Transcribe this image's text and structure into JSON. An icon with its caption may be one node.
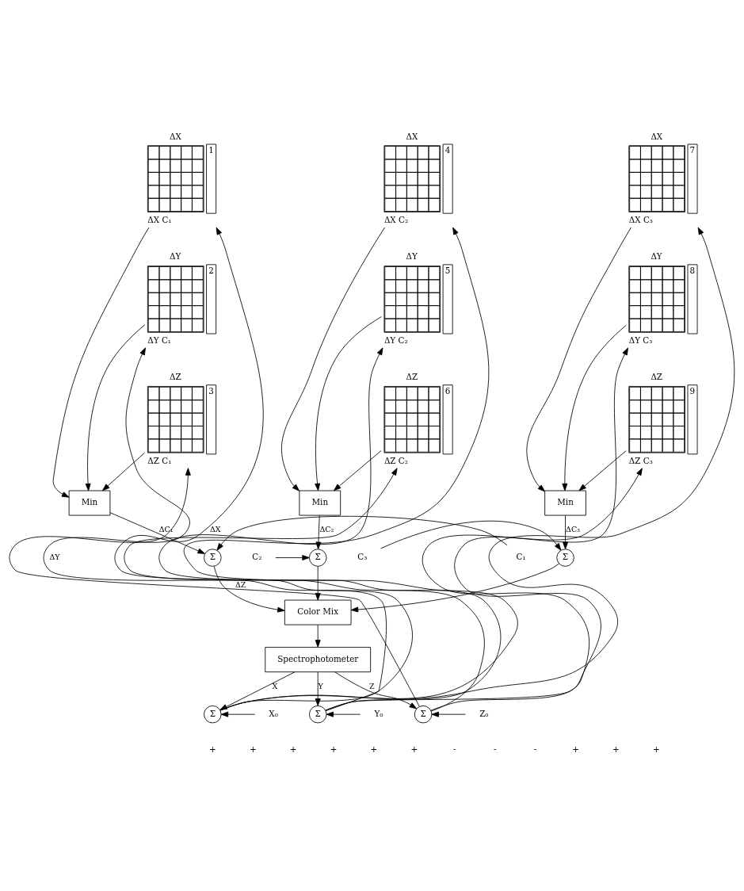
{
  "diagram": {
    "nodes": [
      {
        "text": [
          "ΔX",
          "1"
        ],
        "beside": [
          "ΔX C₁"
        ]
      },
      {
        "text": [
          "ΔX",
          "4"
        ],
        "beside": [
          "ΔX C₂"
        ]
      },
      {
        "text": [
          "ΔX",
          "7"
        ],
        "beside": [
          "ΔX C₃"
        ]
      },
      {
        "text": [
          "ΔY",
          "2"
        ],
        "beside": [
          "ΔY C₁"
        ]
      },
      {
        "text": [
          "ΔY",
          "5"
        ],
        "beside": [
          "ΔY C₂"
        ]
      },
      {
        "text": [
          "ΔY",
          "8"
        ],
        "beside": [
          "ΔY C₃"
        ]
      },
      {
        "text": [
          "ΔZ",
          "3"
        ],
        "beside": [
          "ΔZ C₁"
        ]
      },
      {
        "text": [
          "ΔZ",
          "6"
        ],
        "beside": [
          "ΔZ C₂"
        ]
      },
      {
        "text": [
          "ΔZ",
          "9"
        ],
        "beside": [
          "ΔZ C₃"
        ]
      },
      {
        "text": [
          "Min"
        ]
      },
      {
        "text": [
          "Min"
        ]
      },
      {
        "text": [
          "Min"
        ]
      },
      {
        "text": [
          "C₁"
        ]
      },
      {
        "text": [
          "Σ"
        ]
      },
      {
        "text": [
          "C₂"
        ]
      },
      {
        "text": [
          "Σ"
        ]
      },
      {
        "text": [
          "C₃"
        ]
      },
      {
        "text": [
          "Σ"
        ]
      },
      {
        "text": [
          "Color Mix"
        ]
      },
      {
        "text": [
          "Spectrophotometer"
        ]
      },
      {
        "text": [
          "Σ"
        ]
      },
      {
        "text": [
          "Σ"
        ]
      },
      {
        "text": [
          "Σ"
        ]
      },
      {
        "text": [
          "X₀"
        ]
      },
      {
        "text": [
          "Y₀"
        ]
      },
      {
        "text": [
          "Z₀"
        ]
      }
    ],
    "edges": [
      {
        "from": 0,
        "to": 9,
        "arrow": "to"
      },
      {
        "from": 3,
        "to": 9,
        "arrow": "to"
      },
      {
        "from": 6,
        "to": 9,
        "arrow": "to"
      },
      {
        "from": 1,
        "to": 10,
        "arrow": "to"
      },
      {
        "from": 4,
        "to": 10,
        "arrow": "to"
      },
      {
        "from": 7,
        "to": 10,
        "arrow": "to"
      },
      {
        "from": 2,
        "to": 11,
        "arrow": "to"
      },
      {
        "from": 5,
        "to": 11,
        "arrow": "to"
      },
      {
        "from": 8,
        "to": 11,
        "arrow": "to"
      },
      {
        "from": 9,
        "to": 13,
        "arrow": "to",
        "label": "ΔC₁"
      },
      {
        "from": 10,
        "to": 15,
        "arrow": "to",
        "label": "ΔC₂"
      },
      {
        "from": 11,
        "to": 17,
        "arrow": "to",
        "label": "ΔC₃"
      },
      {
        "from": 12,
        "to": 13,
        "arrow": "to"
      },
      {
        "from": 14,
        "to": 15,
        "arrow": "to"
      },
      {
        "from": 16,
        "to": 17,
        "arrow": "to"
      },
      {
        "from": 13,
        "to": 18,
        "arrow": "to"
      },
      {
        "from": 15,
        "to": 18,
        "arrow": "to"
      },
      {
        "from": 17,
        "to": 18,
        "arrow": "to"
      },
      {
        "from": 18,
        "to": 19,
        "arrow": "to"
      },
      {
        "from": 19,
        "to": 20,
        "arrow": "to",
        "label": "X"
      },
      {
        "from": 19,
        "to": 21,
        "arrow": "to",
        "label": "Y"
      },
      {
        "from": 19,
        "to": 22,
        "arrow": "to",
        "label": "Z"
      },
      {
        "from": 23,
        "to": 20,
        "arrow": "to"
      },
      {
        "from": 24,
        "to": 21,
        "arrow": "to"
      },
      {
        "from": 25,
        "to": 22,
        "arrow": "to"
      },
      {
        "from": 20,
        "to": 0,
        "arrow": "to",
        "label": "ΔX"
      },
      {
        "from": 20,
        "to": 1,
        "arrow": "to"
      },
      {
        "from": 20,
        "to": 2,
        "arrow": "to"
      },
      {
        "from": 21,
        "to": 3,
        "arrow": "to",
        "label": "ΔY"
      },
      {
        "from": 21,
        "to": 4,
        "arrow": "to"
      },
      {
        "from": 21,
        "to": 5,
        "arrow": "to"
      },
      {
        "from": 22,
        "to": 6,
        "arrow": "to",
        "label": "ΔZ"
      },
      {
        "from": 22,
        "to": 7,
        "arrow": "to"
      },
      {
        "from": 22,
        "to": 8,
        "arrow": "to"
      }
    ],
    "labels": [
      "+",
      "+",
      "+",
      "+",
      "+",
      "+",
      "-",
      "-",
      "-",
      "+",
      "+",
      "+"
    ]
  }
}
